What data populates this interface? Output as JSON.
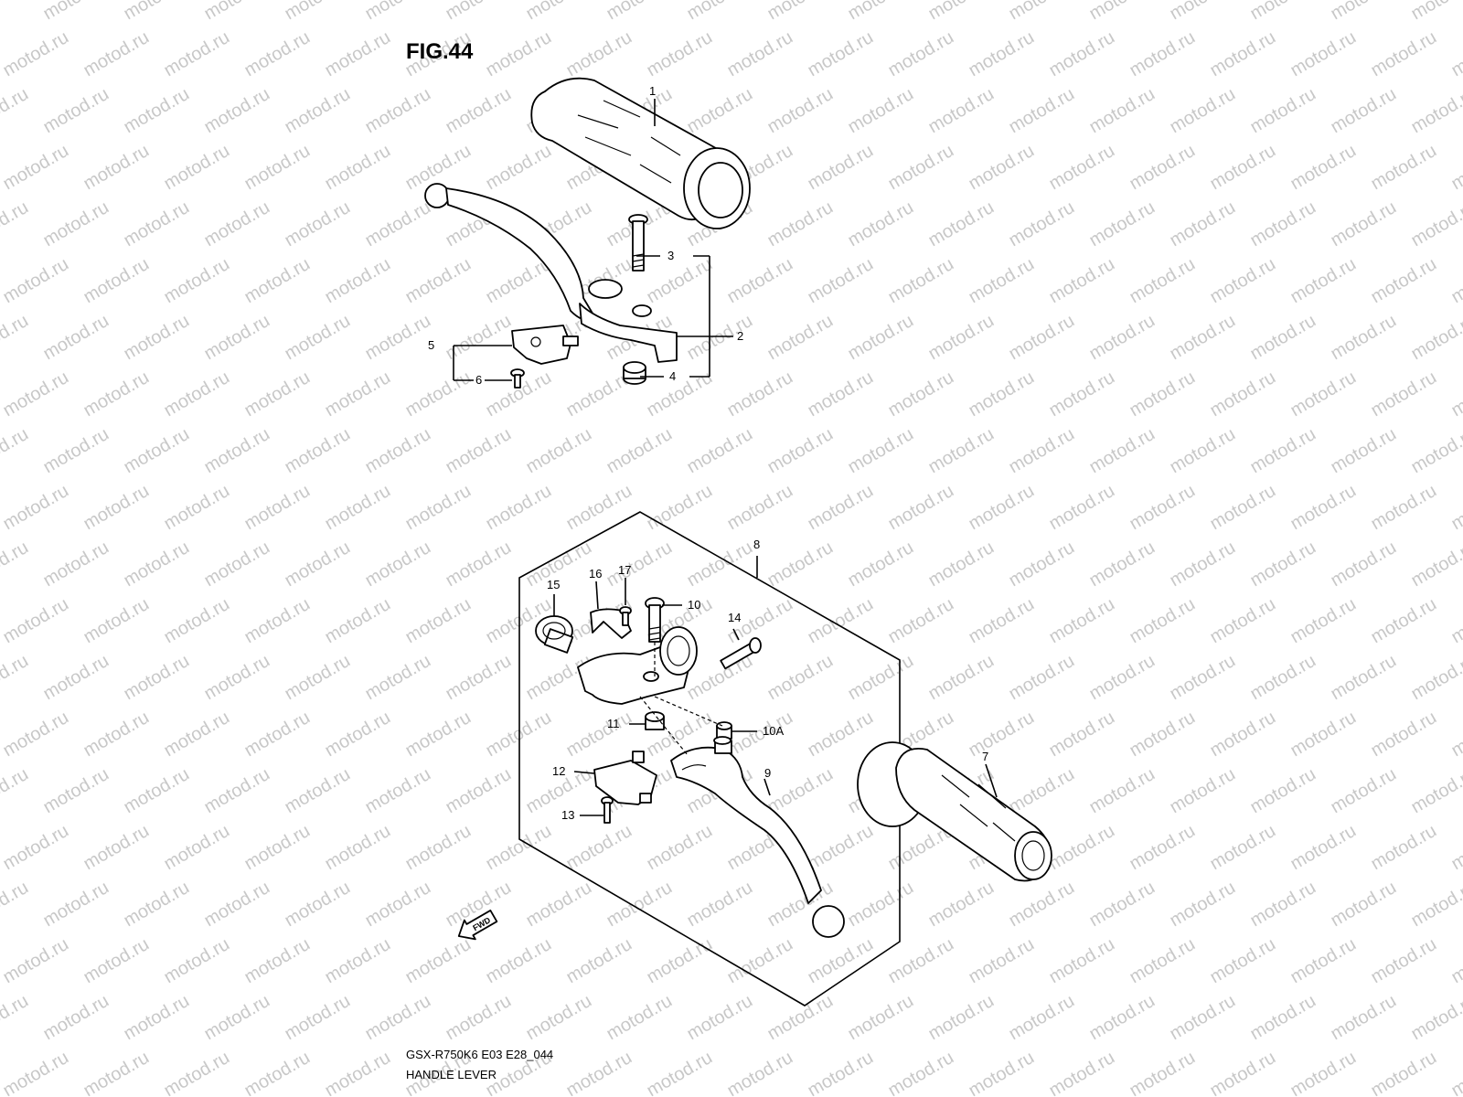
{
  "figure_title": "FIG.44",
  "watermark": "motod.ru",
  "fwd_label": "FWD",
  "footer": {
    "model_code": "GSX-R750K6 E03 E28_044",
    "section_name": "HANDLE LEVER"
  },
  "callouts": [
    "1",
    "2",
    "3",
    "4",
    "5",
    "6",
    "7",
    "8",
    "9",
    "10",
    "10A",
    "11",
    "12",
    "13",
    "14",
    "15",
    "16",
    "17"
  ]
}
